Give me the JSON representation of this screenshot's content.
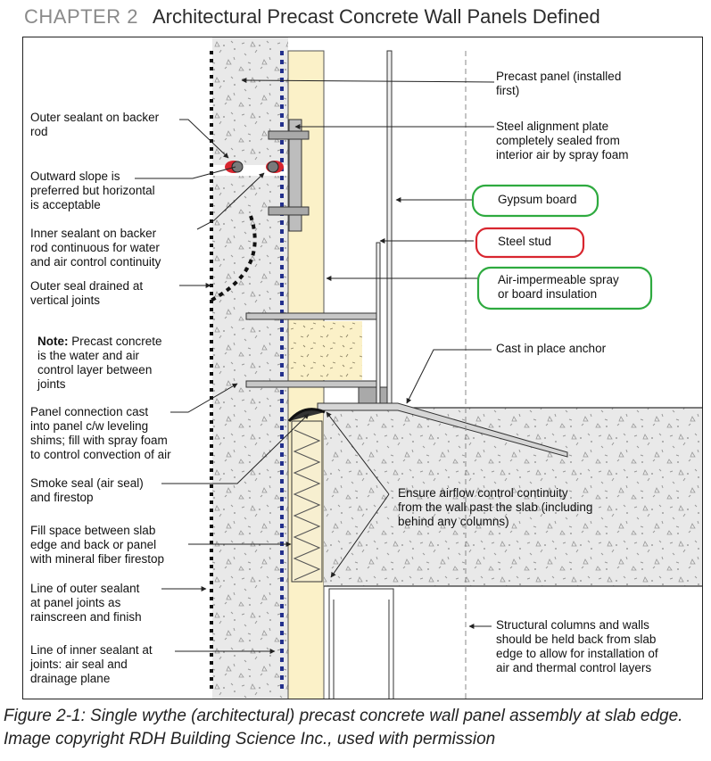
{
  "header": {
    "chapter": "CHAPTER 2",
    "title": "Architectural Precast Concrete Wall Panels Defined"
  },
  "labels": {
    "left": [
      "Outer sealant on backer\nrod",
      "Outward slope is\npreferred but horizontal\nis acceptable",
      "Inner sealant on backer\nrod continuous for water\nand air control continuity",
      "Outer seal drained at\nvertical joints",
      "Panel connection cast\ninto panel c/w leveling\nshims; fill with spray foam\nto control convection of air",
      "Smoke seal (air seal)\nand firestop",
      "Fill space between slab\nedge and back or panel\nwith mineral fiber firestop",
      "Line of outer sealant\nat panel joints as\nrainscreen and finish",
      "Line of inner sealant at\njoints: air seal and\ndrainage plane"
    ],
    "note_bold": "Note:",
    "note_text": " Precast concrete\nis the water and air\ncontrol layer between\njoints",
    "right": [
      "Precast panel (installed\nfirst)",
      "Steel alignment plate\ncompletely sealed from\ninterior air by spray foam",
      "Gypsum board",
      "Steel stud",
      "Air-impermeable spray\nor board insulation",
      "Cast in place anchor"
    ],
    "middle": "Ensure airflow control continuity\nfrom the wall past the slab (including\nbehind any columns)",
    "bottom_right": "Structural columns and walls\nshould be held back from slab\nedge to allow for installation of\nair and thermal control layers"
  },
  "highlight_colors": {
    "gypsum": "#2eaa3f",
    "stud": "#d8262f",
    "insulation": "#2eaa3f"
  },
  "caption": {
    "figure": "Figure 2-1:",
    "text": " Single wythe (architectural) precast concrete wall panel assembly at slab edge. Image copyright RDH Building Science Inc., used with permission"
  }
}
